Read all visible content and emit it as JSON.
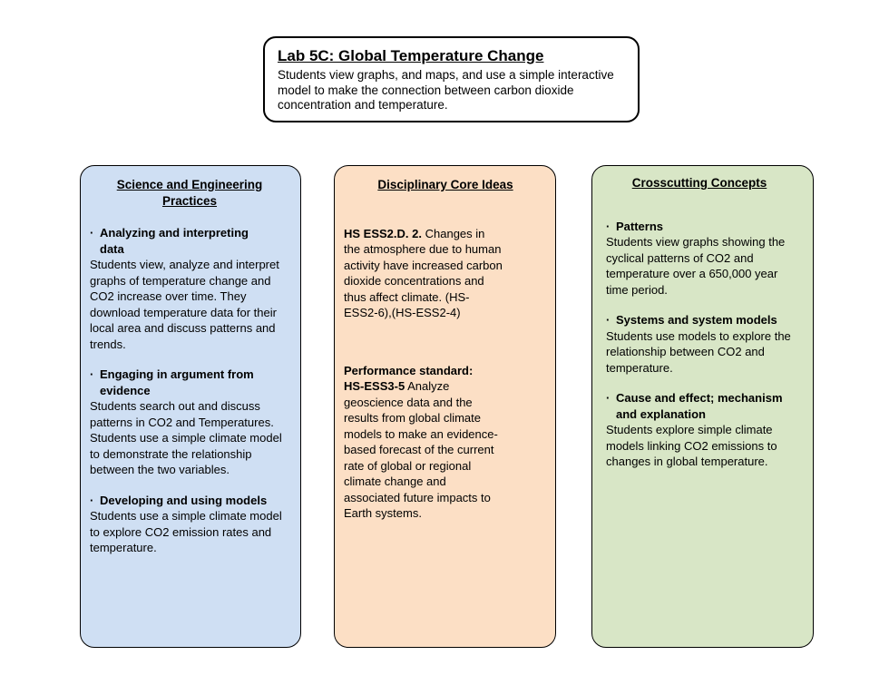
{
  "bullet_char": "·",
  "colors": {
    "blue_box": "#cfdff3",
    "orange_box": "#fcdfc5",
    "green_box": "#d8e6c6",
    "border": "#000000",
    "background": "#ffffff"
  },
  "title_box": {
    "title": "Lab 5C: Global Temperature Change",
    "description": "Students view graphs, and maps, and use a simple interactive model to make the connection between carbon dioxide concentration and temperature."
  },
  "columns": [
    {
      "header": "Science and Engineering Practices",
      "sections": [
        {
          "heading": "Analyzing and interpreting data",
          "body": "Students view, analyze and interpret graphs of temperature change and CO2 increase over time. They download temperature data for their local area and discuss patterns and trends."
        },
        {
          "heading": "Engaging in argument from evidence",
          "body": "Students search out and discuss patterns in CO2 and Temperatures. Students use a simple climate model to demonstrate the relationship between the two variables."
        },
        {
          "heading": "Developing and using models",
          "body": "Students use a simple climate model to explore CO2 emission rates and temperature."
        }
      ]
    },
    {
      "header": "Disciplinary Core Ideas",
      "sections": [
        {
          "lead": "HS ESS2.D. 2.",
          "rest": "Changes in the atmosphere due to human activity have increased carbon dioxide concentrations and thus affect climate. (HS-ESS2-6),(HS-ESS2-4)"
        },
        {
          "lead": "Performance standard:",
          "lead2": "HS-ESS3-5",
          "rest": "Analyze geoscience data and the results from global climate models to make an evidence-based forecast of the current rate of global or regional climate change and associated future impacts to Earth systems."
        }
      ]
    },
    {
      "header": "Crosscutting Concepts",
      "sections": [
        {
          "heading": "Patterns",
          "body": "Students view graphs showing the cyclical patterns of CO2 and temperature over a 650,000 year time period."
        },
        {
          "heading": "Systems and system models",
          "body": "Students use models to explore the relationship between CO2 and temperature."
        },
        {
          "heading": "Cause and effect; mechanism and explanation",
          "body": "Students explore simple climate models linking CO2 emissions to changes in global temperature."
        }
      ]
    }
  ]
}
